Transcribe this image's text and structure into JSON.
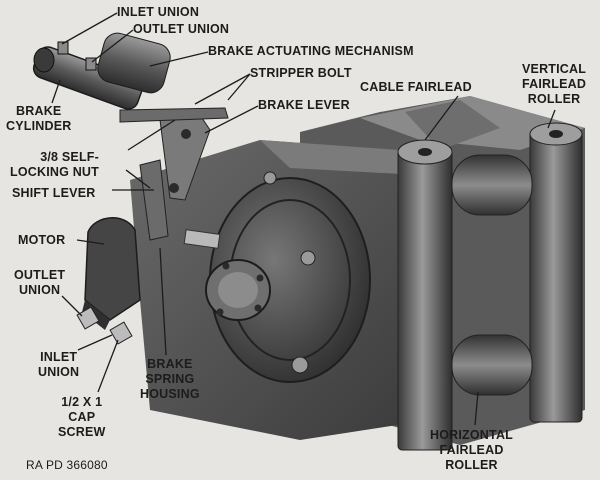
{
  "labels": {
    "inlet_union_top": "INLET UNION",
    "outlet_union_top": "OUTLET UNION",
    "brake_actuating_mechanism": "BRAKE ACTUATING MECHANISM",
    "stripper_bolt": "STRIPPER BOLT",
    "brake_lever": "BRAKE LEVER",
    "brake_cylinder": "BRAKE\nCYLINDER",
    "self_locking_nut": "3/8 SELF-\nLOCKING NUT",
    "shift_lever": "SHIFT LEVER",
    "motor": "MOTOR",
    "outlet_union_bottom": "OUTLET\nUNION",
    "inlet_union_bottom": "INLET\nUNION",
    "brake_spring_housing": "BRAKE\nSPRING\nHOUSING",
    "cap_screw": "1/2 X 1\nCAP\nSCREW",
    "cable_fairlead": "CABLE FAIRLEAD",
    "vertical_fairlead_roller": "VERTICAL\nFAIRLEAD\nROLLER",
    "horizontal_fairlead_roller": "HORIZONTAL\nFAIRLEAD\nROLLER",
    "ra_pd_number": "RA PD 366080"
  },
  "colors": {
    "background": "#e7e5e1",
    "metal_dark": "#3f3f3f",
    "metal_mid": "#5f5f5f",
    "metal_light": "#8a8a8a",
    "leader": "#1c1c1c"
  }
}
